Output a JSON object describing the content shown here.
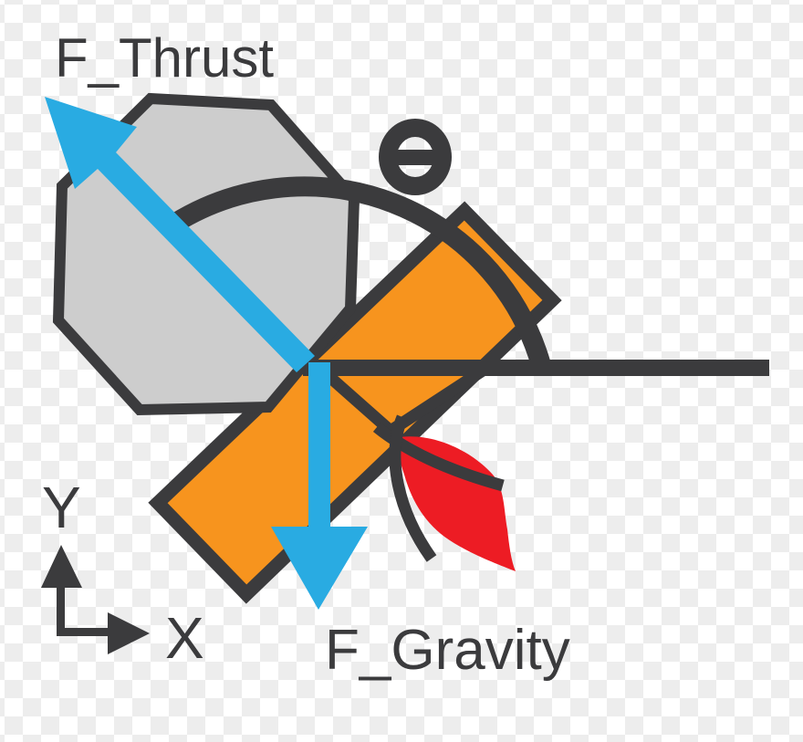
{
  "diagram": {
    "kind": "rocket-force-diagram",
    "labels": {
      "thrust": "F_Thrust",
      "gravity": "F_Gravity",
      "theta": "θ",
      "axis_x": "X",
      "axis_y": "Y"
    },
    "colors": {
      "outline": "#3B3B3D",
      "text": "#3B3B3D",
      "rocket_body": "#F7941E",
      "force_arrow": "#29ABE2",
      "flame": "#ED1C24",
      "nose_fill": "#CDCDCD",
      "checker_light": "#EDEDED",
      "checker_white": "#FFFFFF"
    }
  }
}
